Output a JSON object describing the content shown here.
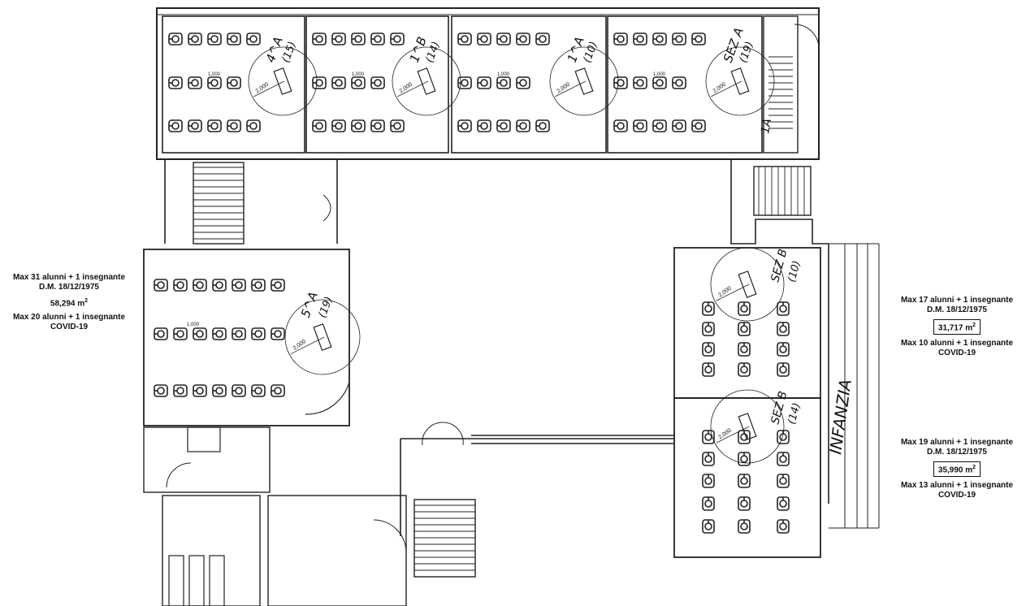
{
  "notes": {
    "left": {
      "line1": "Max 31 alunni + 1 insegnante",
      "line2": "D.M. 18/12/1975",
      "area": "58,294 m",
      "area_unit_sup": "2",
      "line3": "Max 20 alunni + 1 insegnante",
      "line4": "COVID-19"
    },
    "right_top": {
      "line1": "Max 17 alunni + 1 insegnante",
      "line2": "D.M. 18/12/1975",
      "area": "31,717 m",
      "area_unit_sup": "2",
      "line3": "Max 10 alunni + 1 insegnante",
      "line4": "COVID-19"
    },
    "right_bottom": {
      "line1": "Max 19 alunni + 1 insegnante",
      "line2": "D.M. 18/12/1975",
      "area": "35,990 m",
      "area_unit_sup": "2",
      "line3": "Max 13 alunni + 1 insegnante",
      "line4": "COVID-19"
    }
  },
  "rooms": [
    {
      "id": "room-4a",
      "label": "4^A",
      "count": "(15)"
    },
    {
      "id": "room-1b",
      "label": "1^B",
      "count": "(14)"
    },
    {
      "id": "room-1a",
      "label": "1^A",
      "count": "(10)"
    },
    {
      "id": "room-sez2a",
      "label": "SEZ A",
      "count": "(19)"
    },
    {
      "id": "room-5a",
      "label": "5^A",
      "count": "(19)"
    },
    {
      "id": "room-sezb-top",
      "label": "SEZ B",
      "count": "(10)"
    },
    {
      "id": "room-sezb-bottom",
      "label": "SEZ B",
      "count": "(14)"
    }
  ],
  "radius_labels": {
    "teacher": "2,000",
    "desk_spacing": "1,000"
  },
  "handwriting": {
    "infanzia": "INFANZIA",
    "stair_tag": "1A"
  }
}
